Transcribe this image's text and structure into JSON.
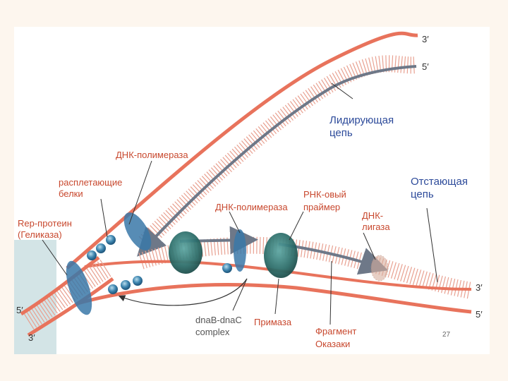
{
  "labels": {
    "leading_strand": [
      "Лидирующая",
      "цепь"
    ],
    "lagging_strand": [
      "Отстающая",
      "цепь"
    ],
    "dna_polymerase_top": "ДНК-полимераза",
    "dna_polymerase_mid": "ДНК-полимераза",
    "ssb": [
      "расплетающие",
      "белки"
    ],
    "rep_protein": [
      "Rep-протеин",
      "(Геликаза)"
    ],
    "rna_primer": [
      "РНК-овый",
      "праймер"
    ],
    "dna_ligase": [
      "ДНК-",
      "лигаза"
    ],
    "dnab_dnac": [
      "dnaB-dnaC",
      "complex"
    ],
    "primase": "Примаза",
    "okazaki": [
      "Фрагмент",
      "Оказаки"
    ]
  },
  "strand_ends": {
    "top_right_upper": "3′",
    "top_right_lower": "5′",
    "bottom_right_upper": "3′",
    "bottom_right_lower": "5′",
    "left_upper": "5′",
    "left_lower": "3′"
  },
  "page_number": "27",
  "colors": {
    "strand": "#e8735c",
    "leading_new": "#8c96a8",
    "label_red": "#c8482e",
    "label_blue": "#2c4a9a",
    "label_gray": "#555555",
    "protein_blue": "#3a78a8",
    "protein_teal": "#2e6e6a",
    "ligase": "#d8b0a0"
  }
}
